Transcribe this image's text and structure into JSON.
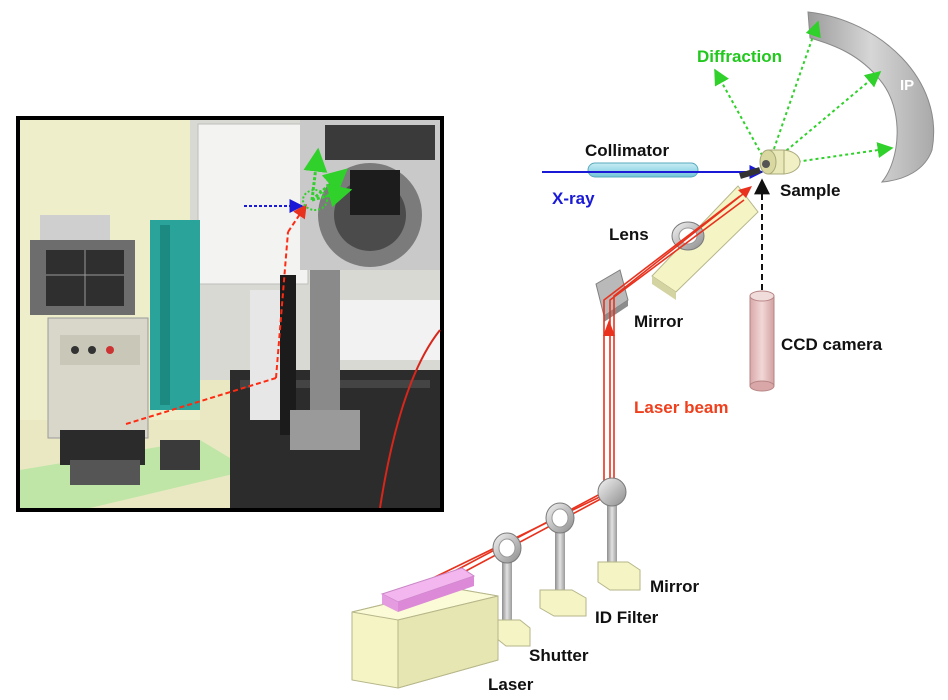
{
  "labels": {
    "diffraction": "Diffraction",
    "ip": "IP",
    "collimator": "Collimator",
    "xray": "X-ray",
    "sample": "Sample",
    "lens": "Lens",
    "mirror_top": "Mirror",
    "ccd_camera": "CCD camera",
    "laser_beam": "Laser beam",
    "mirror_bottom": "Mirror",
    "id_filter": "ID Filter",
    "shutter": "Shutter",
    "laser": "Laser"
  },
  "colors": {
    "laser_beam": "#e8321e",
    "xray": "#1a1ad6",
    "diffraction": "#2fd12a",
    "block": "#f4f4c4",
    "laser_top": "#f3b6ef",
    "ccd": "#e6c1c1",
    "plate": "#bdbdbd"
  },
  "icons": {
    "photo": "experimental-setup-photo",
    "ip": "imaging-plate-icon",
    "ccd": "ccd-camera-cylinder-icon",
    "laser": "laser-source-block-icon"
  }
}
